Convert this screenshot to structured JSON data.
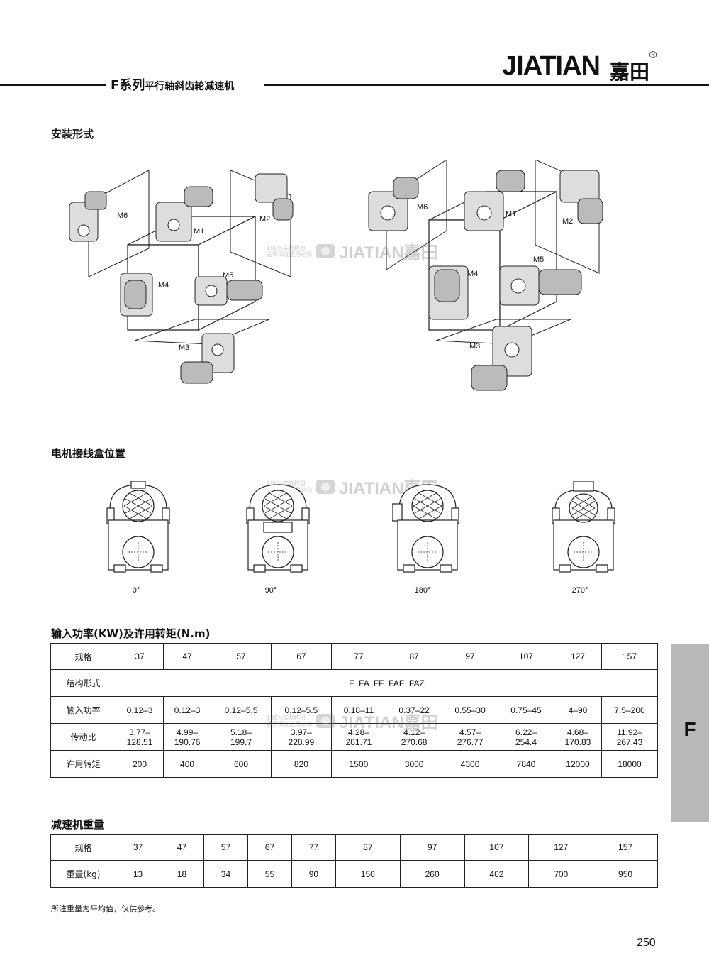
{
  "header": {
    "brand_en": "JIATIAN",
    "brand_cn": "嘉田",
    "registered": "®",
    "series": "F系列",
    "series_desc": "平行轴斜齿轮减速机"
  },
  "watermark": {
    "line1": "100%实物样册",
    "line2": "品质保证盗用必究",
    "brand": "JIATIAN嘉田"
  },
  "mounting": {
    "title": "安装形式",
    "positions": [
      "M1",
      "M2",
      "M3",
      "M4",
      "M5",
      "M6"
    ]
  },
  "terminal_box": {
    "title": "电机接线盒位置",
    "angles": [
      "0°",
      "90°",
      "180°",
      "270°"
    ]
  },
  "power_table": {
    "title": "输入功率(KW)及许用转矩(N.m)",
    "row_labels": {
      "size": "规格",
      "structure": "结构形式",
      "power": "输入功率",
      "ratio": "传动比",
      "torque": "许用转矩"
    },
    "sizes": [
      "37",
      "47",
      "57",
      "67",
      "77",
      "87",
      "97",
      "107",
      "127",
      "157"
    ],
    "structure": "F  FA  FF  FAF  FAZ",
    "power": [
      "0.12–3",
      "0.12–3",
      "0.12–5.5",
      "0.12–5.5",
      "0.18–11",
      "0.37–22",
      "0.55–30",
      "0.75–45",
      "4–90",
      "7.5–200"
    ],
    "ratio_min": [
      "3.77–",
      "4.99–",
      "5.18–",
      "3.97–",
      "4.28–",
      "4.12–",
      "4.57–",
      "6.22–",
      "4.68–",
      "11.92–"
    ],
    "ratio_max": [
      "128.51",
      "190.76",
      "199.7",
      "228.99",
      "281.71",
      "270.68",
      "276.77",
      "254.4",
      "170.83",
      "267.43"
    ],
    "torque": [
      "200",
      "400",
      "600",
      "820",
      "1500",
      "3000",
      "4300",
      "7840",
      "12000",
      "18000"
    ]
  },
  "weight_table": {
    "title": "减速机重量",
    "row_labels": {
      "size": "规格",
      "weight": "重量(kg)"
    },
    "sizes": [
      "37",
      "47",
      "57",
      "67",
      "77",
      "87",
      "97",
      "107",
      "127",
      "157"
    ],
    "weights": [
      "13",
      "18",
      "34",
      "55",
      "90",
      "150",
      "260",
      "402",
      "700",
      "950"
    ]
  },
  "footnote": "所注重量为平均值，仅供参考。",
  "side_tab": "F",
  "page_number": "250"
}
